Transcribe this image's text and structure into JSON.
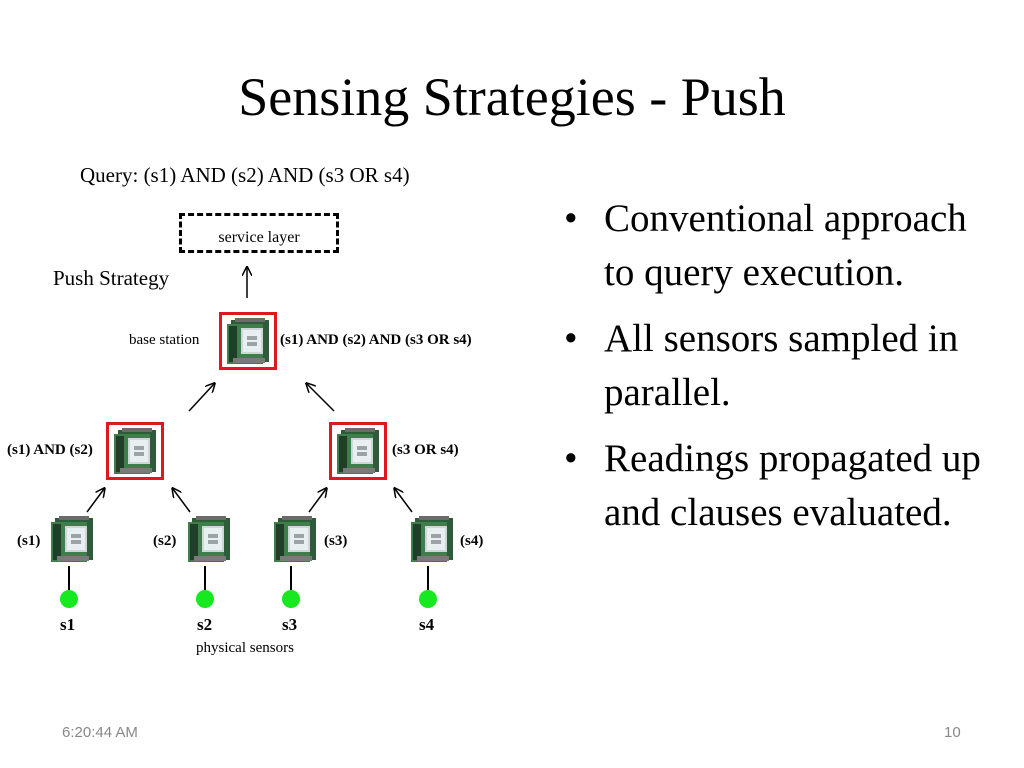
{
  "slide": {
    "title": "Sensing Strategies - Push",
    "footer_time": "6:20:44 AM",
    "page_number": "10"
  },
  "diagram": {
    "query": "Query: (s1) AND (s2) AND (s3 OR s4)",
    "service_layer": "service layer",
    "strategy_label": "Push Strategy",
    "base_station_label": "base station",
    "base_station_clause": "(s1) AND (s2) AND (s3 OR s4)",
    "left_clause": "(s1) AND (s2)",
    "right_clause": "(s3 OR s4)",
    "leaf_clauses": [
      "(s1)",
      "(s2)",
      "(s3)",
      "(s4)"
    ],
    "sensor_names": [
      "s1",
      "s2",
      "s3",
      "s4"
    ],
    "physical_sensors_label": "physical sensors",
    "colors": {
      "frame": "#e0171f",
      "sensor_dot": "#17e81f"
    }
  },
  "bullets": [
    "Conventional approach to query execution.",
    "All sensors sampled in parallel.",
    "Readings propagated up and clauses evaluated."
  ]
}
